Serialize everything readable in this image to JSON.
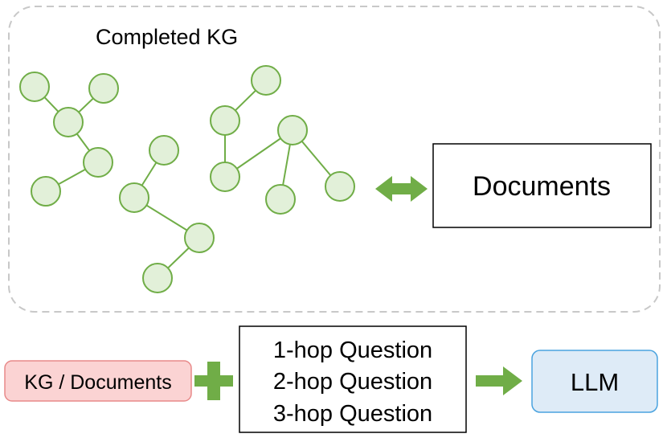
{
  "kg_region": {
    "title": "Completed KG"
  },
  "documents_box": {
    "label": "Documents"
  },
  "input_box": {
    "label": "KG / Documents"
  },
  "questions_box": {
    "lines": [
      "1-hop Question",
      "2-hop Question",
      "3-hop Question"
    ]
  },
  "llm_box": {
    "label": "LLM"
  },
  "colors": {
    "node_fill": "#e2f0d9",
    "node_stroke": "#70ad47",
    "arrow": "#70ad47",
    "input_fill": "#fbd3d3",
    "input_stroke": "#e88a8a",
    "llm_fill": "#deebf7",
    "llm_stroke": "#4aa3df",
    "dashed_border": "#c8c8c8"
  }
}
